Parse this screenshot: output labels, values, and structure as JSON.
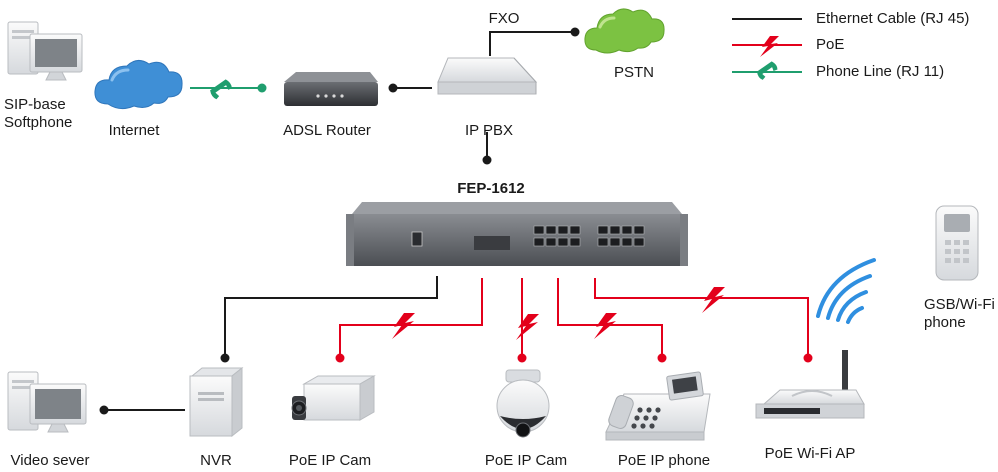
{
  "colors": {
    "ethernet": "#1a1a1a",
    "poe": "#e3001b",
    "phone": "#1f9e6e",
    "cloud_blue": "#3f8fd6",
    "cloud_green": "#7cc242",
    "switch_body": "#6c6f74"
  },
  "legend": {
    "ethernet": "Ethernet Cable (RJ 45)",
    "poe": "PoE",
    "phone": "Phone Line (RJ 11)"
  },
  "nodes": {
    "sip_softphone": "SIP-base\nSoftphone",
    "internet": "Internet",
    "adsl_router": "ADSL Router",
    "ip_pbx": "IP PBX",
    "fxo": "FXO",
    "pstn": "PSTN",
    "switch": "FEP-1612",
    "gsb_wifi_phone": "GSB/Wi-Fi\nphone",
    "video_server": "Video sever",
    "nvr": "NVR",
    "poe_ip_cam_1": "PoE IP Cam",
    "poe_ip_cam_2": "PoE IP Cam",
    "poe_ip_phone": "PoE IP phone",
    "poe_wifi_ap": "PoE Wi-Fi AP"
  }
}
